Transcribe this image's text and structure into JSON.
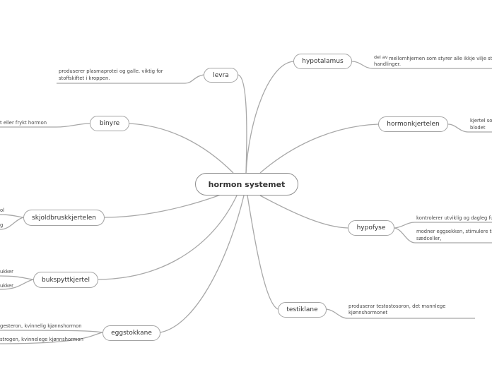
{
  "central": "hormon systemet",
  "nodes": {
    "levra": "levra",
    "binyre": "binyre",
    "skjoldbrusk": "skjoldbruskkjertelen",
    "bukspytt": "bukspyttkjertel",
    "eggstokkane": "eggstokkane",
    "hypotalamus": "hypotalamus",
    "hormonkjertelen": "hormonkjertelen",
    "hypofyse": "hypofyse",
    "testiklane": "testiklane"
  },
  "notes": {
    "levra_1": "produserer plasmaprotei og  galle. viktig for",
    "levra_2": "stoffskiftet i  kroppen.",
    "binyre_1": "t eller frykt hormon",
    "skjold_1": "ol",
    "skjold_2": "g",
    "buk_1": "ukker",
    "buk_2": "ukker",
    "egg_1": "gesteron, kvinnelig kjønnshormon",
    "egg_2": "strogen, kvinnelege kjønnshormon",
    "hypot_1a": "del av",
    "hypot_1b": "mellomhjernen som styrer alle ikkje vilje styr",
    "hypot_2": "handlinger.",
    "hormonk_1": "kjertel so",
    "hormonk_2": "blodet",
    "hypof_1": "kontrolerer utviklig og dagleg fu",
    "hypof_2": "modner eggsekken, stimulere til",
    "hypof_3": "sædceller,",
    "test_1": "produserar testostosoron, det mannlege",
    "test_2": "kjønnshormonet"
  }
}
